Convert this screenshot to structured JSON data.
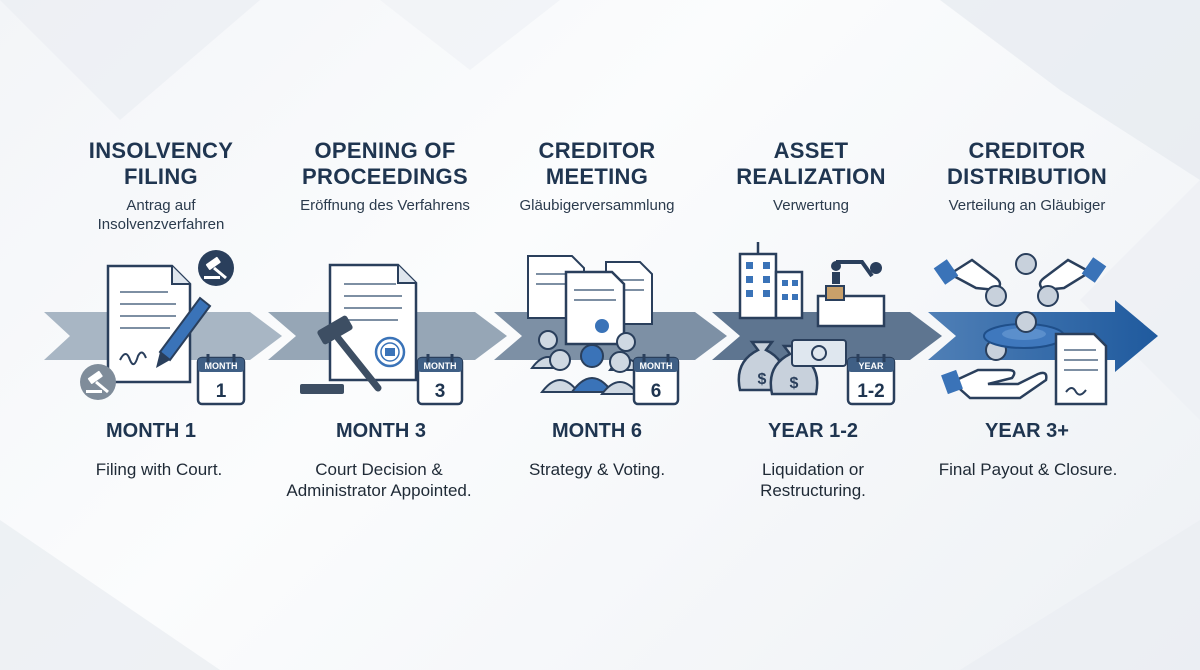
{
  "stages": [
    {
      "title": "INSOLVENCY FILING",
      "subtitle": "Antrag auf Insolvenzverfahren",
      "calendar_label": "MONTH",
      "calendar_value": "1",
      "time": "MONTH 1",
      "description": "Filing with Court.",
      "icons": [
        "document-icon",
        "pen-icon",
        "gavel-icon",
        "calendar-icon"
      ]
    },
    {
      "title": "OPENING OF PROCEEDINGS",
      "subtitle": "Eröffnung des Verfahrens",
      "calendar_label": "MONTH",
      "calendar_value": "3",
      "time": "MONTH 3",
      "description": "Court Decision & Administrator Appointed.",
      "icons": [
        "certificate-icon",
        "seal-icon",
        "gavel-icon",
        "calendar-icon"
      ]
    },
    {
      "title": "CREDITOR MEETING",
      "subtitle": "Gläubigerversammlung",
      "calendar_label": "MONTH",
      "calendar_value": "6",
      "time": "MONTH 6",
      "description": "Strategy & Voting.",
      "icons": [
        "documents-icon",
        "people-icon",
        "calendar-icon"
      ]
    },
    {
      "title": "ASSET REALIZATION",
      "subtitle": "Verwertung",
      "calendar_label": "YEAR",
      "calendar_value": "1-2",
      "time": "YEAR 1-2",
      "description": "Liquidation or Restructuring.",
      "icons": [
        "building-icon",
        "factory-icon",
        "money-bag-icon",
        "banknote-icon",
        "calendar-icon"
      ]
    },
    {
      "title": "CREDITOR DISTRIBUTION",
      "subtitle": "Verteilung an Gläubiger",
      "time": "YEAR 3+",
      "description": "Final Payout & Closure.",
      "icons": [
        "hand-coin-icon",
        "coin-pool-icon",
        "document-icon"
      ]
    }
  ],
  "colors": {
    "title": "#1f3550",
    "arrow_gray": "#9aa9b8",
    "arrow_mid": "#6f8296",
    "arrow_blue": "#2f66a6",
    "icon_navy": "#2a3f5c",
    "icon_accent": "#3a73b8"
  }
}
